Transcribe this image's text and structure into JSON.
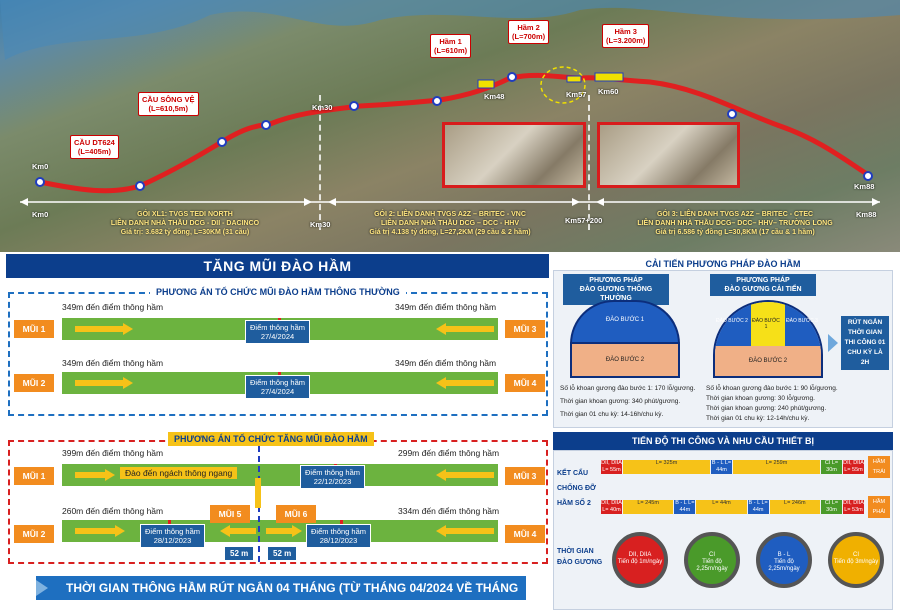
{
  "map": {
    "callouts": {
      "cau_dt624": {
        "name": "CẦU DT624",
        "len": "(L=405m)"
      },
      "cau_song_ve": {
        "name": "CẦU SÔNG VỆ",
        "len": "(L=610,5m)"
      },
      "ham1": {
        "name": "Hầm 1",
        "len": "(L=610m)"
      },
      "ham2": {
        "name": "Hầm 2",
        "len": "(L=700m)"
      },
      "ham3": {
        "name": "Hầm 3",
        "len": "(L=3.200m)"
      }
    },
    "km_markers": {
      "km0_top": "Km0",
      "km30_top": "Km30",
      "km48": "Km48",
      "km57": "Km57",
      "km60": "Km60",
      "km88_top": "Km88",
      "km0_bottom": "Km0",
      "km30_bottom": "Km30",
      "km57_bottom": "Km57+200",
      "km88_bottom": "Km88"
    },
    "packages": {
      "p1": {
        "title": "GÓI XL1: TVGS TEDI NORTH",
        "contractor": "LIÊN DANH NHÀ THẦU DCG - DII - DACINCO",
        "value": "Giá trị: 3.682 tỷ đồng, L=30KM  (31 cầu)"
      },
      "p2": {
        "title": "GÓI 2: LIÊN DANH TVGS A2Z – BRITEC -  VNC",
        "contractor": "LIÊN DANH NHÀ THẦU DCG – DCC - HHV",
        "value": "Giá trị 4.138 tỷ đồng, L=27,2KM (29 cầu & 2 hầm)"
      },
      "p3": {
        "title": "GÓI 3: LIÊN DANH TVGS A2Z – BRITEC -  CTEC",
        "contractor": "LIÊN DANH NHÀ THẦU DCG– DCC– HHV– TRƯỜNG LONG",
        "value": "Giá trị 6.586 tỷ đồng L=30,8KM (17 cầu & 1 hầm)"
      }
    }
  },
  "main_title": "TĂNG MŨI ĐÀO HẦM",
  "conventional": {
    "title": "PHƯƠNG ÁN TỔ CHỨC MŨI ĐÀO HẦM THÔNG THƯỜNG",
    "row1": {
      "left_label": "349m đến điểm thông hầm",
      "right_label": "349m đến điểm thông hầm",
      "point": "Điểm thông hầm",
      "date": "27/4/2024",
      "left_mui": "MŨI 1",
      "right_mui": "MŨI 3"
    },
    "row2": {
      "left_label": "349m đến điểm thông hầm",
      "right_label": "349m đến điểm thông hầm",
      "point": "Điểm thông hầm",
      "date": "27/4/2024",
      "left_mui": "MŨI 2",
      "right_mui": "MŨI 4"
    }
  },
  "increased": {
    "title": "PHƯƠNG ÁN TỔ CHỨC TĂNG MŨI ĐÀO HẦM",
    "row1": {
      "left_label": "399m đến điểm thông hầm",
      "right_label": "299m đến điểm thông hầm",
      "tunnel_label": "Đào đến ngách thông ngang",
      "point": "Điểm thông hầm",
      "date": "22/12/2023",
      "left_mui": "MŨI 1",
      "right_mui": "MŨI 3"
    },
    "row2": {
      "left_label": "260m đến điểm thông hầm",
      "right_label": "334m đến điểm thông hầm",
      "point_left": "Điểm thông hầm",
      "date_left": "28/12/2023",
      "point_right": "Điểm thông hầm",
      "date_right": "28/12/2023",
      "left_mui": "MŨI 2",
      "right_mui": "MŨI 4"
    },
    "mui5": "MŨI 5",
    "mui6": "MŨI 6",
    "dist_left": "52 m",
    "dist_right": "52 m"
  },
  "footer": "THỜI GIAN THÔNG HẦM RÚT NGẮN 04 THÁNG (TỪ THÁNG 04/2024 VỀ THÁNG 12/2023)",
  "methods": {
    "title": "CẢI TIẾN PHƯƠNG PHÁP ĐÀO HẦM",
    "old": {
      "label_line1": "PHƯƠNG PHÁP",
      "label_line2": "ĐÀO GƯƠNG THÔNG THƯỜNG",
      "step1": "ĐÀO BƯỚC 1",
      "step2": "ĐÀO BƯỚC 2",
      "bullets": [
        "Số lỗ khoan gương đào bước 1: 170 lỗ/gương.",
        "Thời gian khoan gương: 340 phút/gương.",
        "Thời gian 01 chu kỳ: 14-16h/chu kỳ."
      ]
    },
    "new": {
      "label_line1": "PHƯƠNG PHÁP",
      "label_line2": "ĐÀO GƯƠNG CẢI TIẾN",
      "step_left": "ĐÀO BƯỚC 2",
      "step_center": "ĐÀO BƯỚC 1",
      "step_right": "ĐÀO BƯỚC 3",
      "step_bottom": "ĐÀO BƯỚC 2",
      "bullets": [
        "Số lỗ khoan gương đào bước 1: 90 lỗ/gương.",
        "Thời gian khoan gương: 30 lỗ/gương.",
        "Thời gian khoan gương: 240 phút/gương.",
        "Thời gian 01 chu kỳ: 12-14h/chu kỳ."
      ]
    },
    "result": "RÚT NGẮN THỜI GIAN THI CÔNG 01 CHU KỲ LÀ 2H"
  },
  "progress": {
    "title": "TIẾN ĐỘ THI CÔNG VÀ NHU CẦU THIẾT BỊ",
    "row_label_1": "KẾT CẤU",
    "row_label_2": "CHỐNG ĐỠ",
    "row_label_3": "HẦM SỐ 2",
    "tag_right_1": "HẦM TRÁI",
    "tag_right_2": "HẦM PHẢI",
    "segs_top": [
      "DII, DIIA L= 55m",
      "L= 325m",
      "B - L L= 44m",
      "L= 259m",
      "CI L= 30m",
      "DII, DIIA L= 55m"
    ],
    "segs_bottom": [
      "DII, DIIA L= 40m",
      "L= 245m",
      "B - L L= 44m",
      "L= 44m",
      "B - L L= 44m",
      "L= 246m",
      "CI L= 30m",
      "DII, DIIA L= 53m"
    ],
    "time_label_1": "THỜI GIAN",
    "time_label_2": "ĐÀO GƯƠNG",
    "circles": [
      {
        "name": "DII, DIIA",
        "rate": "Tiến độ 1m/ngày",
        "color": "#d82020"
      },
      {
        "name": "CI",
        "rate": "Tiến độ 2,25m/ngày",
        "color": "#4a9a2a"
      },
      {
        "name": "B - L",
        "rate": "Tiến độ 2,25m/ngày",
        "color": "#1f5dc0"
      },
      {
        "name": "CI",
        "rate": "Tiến độ 3m/ngày",
        "color": "#f0b000"
      }
    ]
  },
  "colors": {
    "route": "#e02020",
    "band": "#0c3e8c",
    "mui": "#f28c1f",
    "bar": "#6cb33f",
    "arrow": "#f6c218"
  }
}
